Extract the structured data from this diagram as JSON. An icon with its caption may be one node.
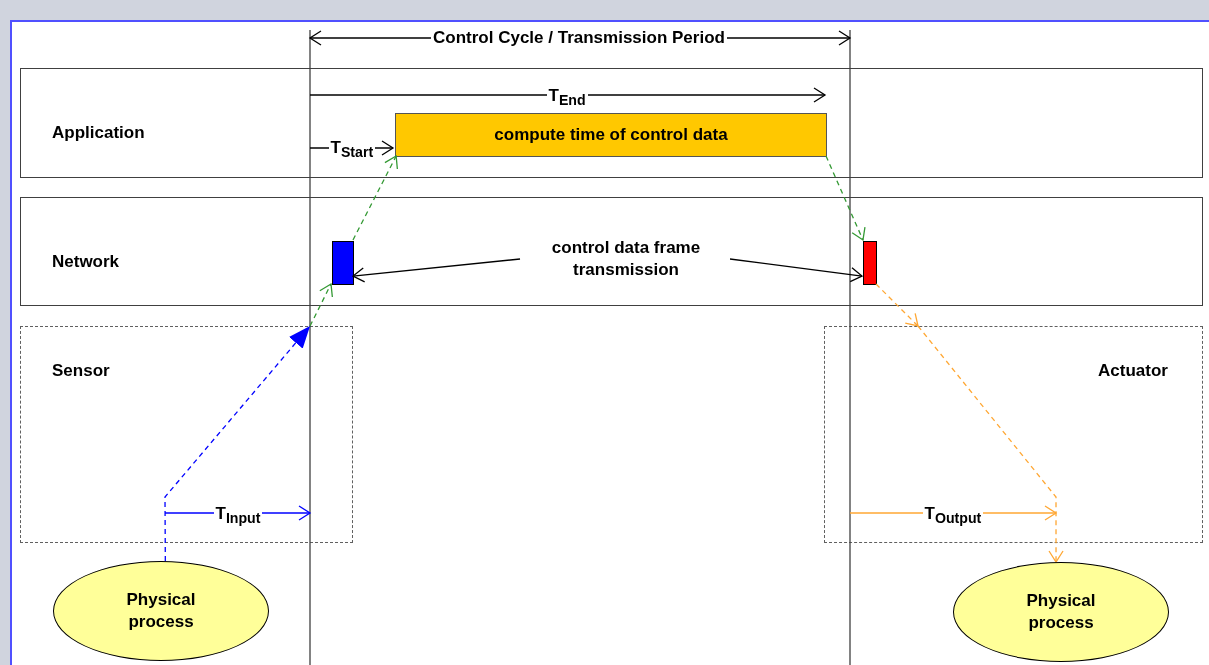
{
  "diagram": {
    "nodes": [
      {
        "text": [
          "Application"
        ]
      },
      {
        "text": [
          "Network"
        ]
      },
      {
        "text": [
          "Sensor"
        ]
      },
      {
        "text": [
          "Actuator"
        ]
      },
      {
        "text": [
          "compute time of control data"
        ],
        "in": 0
      },
      {
        "text": [],
        "shape": "box",
        "in": 1
      },
      {
        "text": [],
        "shape": "box",
        "in": 1
      },
      {
        "text": [
          "control data frame transmission"
        ],
        "in": 1
      },
      {
        "text": [
          "Physical process"
        ]
      },
      {
        "text": [
          "Physical process"
        ]
      }
    ],
    "edges": [
      {
        "from": 8,
        "to": 2,
        "arrow": "to",
        "style": "dashed",
        "color": "#0000ff"
      },
      {
        "from": 2,
        "to": 5,
        "arrow": "to",
        "style": "dashed",
        "color": "#339933"
      },
      {
        "from": 5,
        "to": 4,
        "arrow": "to",
        "style": "dashed",
        "color": "#339933"
      },
      {
        "from": 4,
        "to": 6,
        "arrow": "to",
        "style": "dashed",
        "color": "#339933"
      },
      {
        "from": 6,
        "to": 3,
        "arrow": "to",
        "style": "dashed",
        "color": "#ffa733"
      },
      {
        "from": 3,
        "to": 9,
        "arrow": "to",
        "style": "dashed",
        "color": "#ffa733"
      },
      {
        "from": 7,
        "to": 5,
        "arrow": "to",
        "color": "#000000"
      },
      {
        "from": 7,
        "to": 6,
        "arrow": "to",
        "color": "#000000"
      }
    ],
    "labels": [
      "Control Cycle / Transmission Period",
      "T$_{End}$",
      "T$_{Start}$",
      "T$_{Input}$",
      "T$_{Output}$"
    ]
  }
}
